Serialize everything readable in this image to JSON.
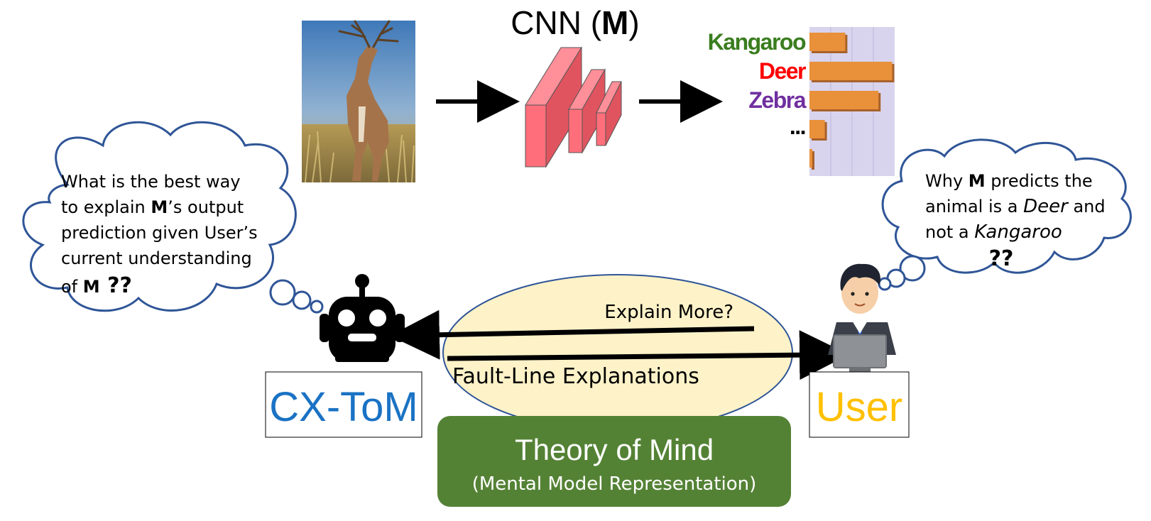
{
  "cnn": {
    "title_prefix": "CNN (",
    "title_model": "M",
    "title_suffix": ")"
  },
  "predictions": {
    "labels": [
      {
        "name": "Kangaroo",
        "color": "#3a7d1f",
        "score": 0.42
      },
      {
        "name": "Deer",
        "color": "#ff0000",
        "score": 0.97
      },
      {
        "name": "Zebra",
        "color": "#7030a0",
        "score": 0.81
      },
      {
        "name": "...",
        "color": "#000000",
        "score": 0.18
      },
      {
        "name": "",
        "color": "#000000",
        "score": 0.03
      }
    ],
    "bar_color": "#e8903a",
    "panel_color": "#d9d4ee"
  },
  "cxtom_thought": {
    "line1": "What is the best way",
    "line2_pre": "to explain ",
    "line2_bold": "M",
    "line2_post": "’s output",
    "line3": "prediction given User’s",
    "line4": "current understanding",
    "line5_pre": "of ",
    "line5_bold": "M",
    "line5_q": " ??"
  },
  "user_thought": {
    "line1_pre": "Why ",
    "line1_bold": "M",
    "line1_post": " predicts the",
    "line2_pre": "animal is a ",
    "line2_italic": "Deer",
    "line2_post": " and",
    "line3_pre": "not a ",
    "line3_italic": "Kangaroo",
    "line4": "??"
  },
  "arrows": {
    "explain_more": "Explain More?",
    "fault_line": "Fault-Line Explanations"
  },
  "agents": {
    "cxtom": {
      "label": "CX-ToM",
      "color": "#1a72c4"
    },
    "user": {
      "label": "User",
      "color": "#ffc000"
    }
  },
  "tom": {
    "title": "Theory of Mind",
    "subtitle": "(Mental Model Representation)",
    "color": "#548235"
  },
  "colors": {
    "cnn_layers": "#ff6f7b",
    "ellipse_fill": "#fef2c8",
    "cloud_stroke": "#2f5597"
  }
}
